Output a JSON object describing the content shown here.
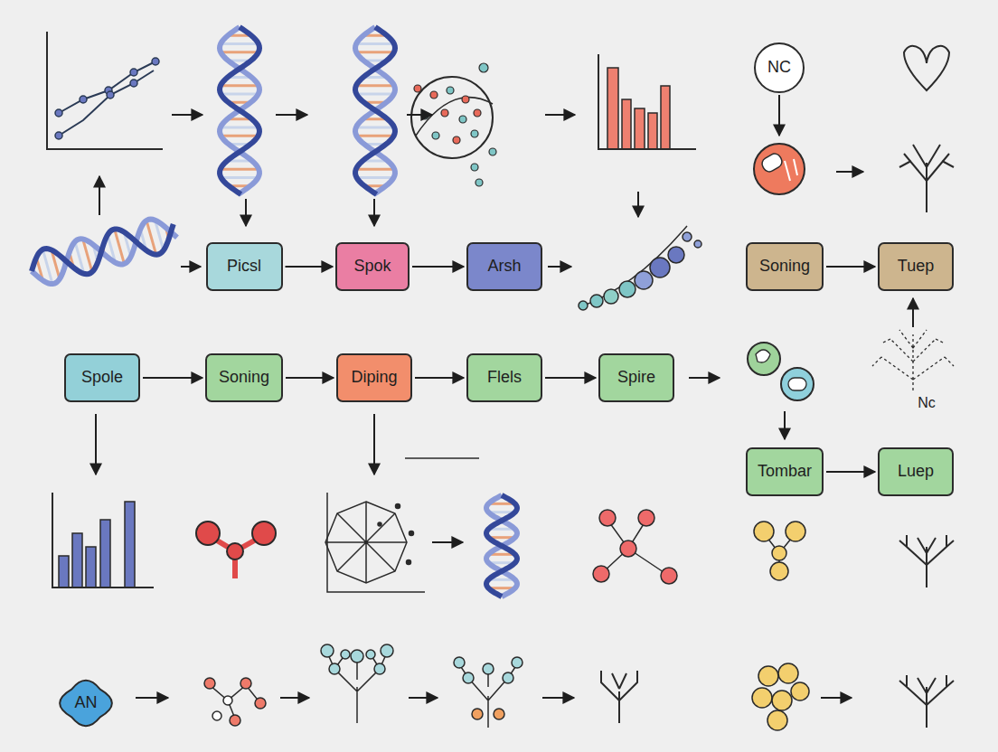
{
  "diagram": {
    "nodes": [
      {
        "text": [
          "NC"
        ]
      },
      {
        "text": [
          "Picsl"
        ]
      },
      {
        "text": [
          "Spok"
        ]
      },
      {
        "text": [
          "Arsh"
        ]
      },
      {
        "text": [
          "Soning"
        ]
      },
      {
        "text": [
          "Tuep"
        ]
      },
      {
        "text": [
          "Spole"
        ]
      },
      {
        "text": [
          "Soning"
        ]
      },
      {
        "text": [
          "Diping"
        ]
      },
      {
        "text": [
          "Flels"
        ]
      },
      {
        "text": [
          "Spire"
        ]
      },
      {
        "text": [
          "Tombar"
        ]
      },
      {
        "text": [
          "Luep"
        ]
      },
      {
        "text": [
          "AN"
        ]
      }
    ],
    "edges": [
      {
        "from": 1,
        "to": 2,
        "arrow": "to"
      },
      {
        "from": 2,
        "to": 3,
        "arrow": "to"
      },
      {
        "from": 4,
        "to": 5,
        "arrow": "to"
      },
      {
        "from": 6,
        "to": 7,
        "arrow": "to"
      },
      {
        "from": 7,
        "to": 8,
        "arrow": "to"
      },
      {
        "from": 8,
        "to": 9,
        "arrow": "to"
      },
      {
        "from": 9,
        "to": 10,
        "arrow": "to"
      },
      {
        "from": 11,
        "to": 12,
        "arrow": "to"
      }
    ],
    "labels": [
      "Nc"
    ]
  }
}
